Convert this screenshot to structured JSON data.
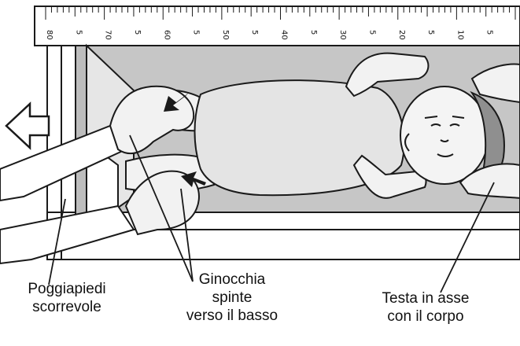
{
  "ruler": {
    "major_labels": [
      "80",
      "70",
      "60",
      "50",
      "40",
      "30",
      "20",
      "10"
    ],
    "minor_label": "5"
  },
  "labels": {
    "foot": [
      "Poggiapiedi",
      "scorrevole"
    ],
    "knees": [
      "Ginocchia",
      "spinte",
      "verso il basso"
    ],
    "head": [
      "Testa in asse",
      "con il corpo"
    ]
  },
  "colors": {
    "board": "#c9c9c9",
    "outline": "#1a1a1a",
    "skin": "#f2f2f2",
    "arrow": "#ffffff"
  }
}
